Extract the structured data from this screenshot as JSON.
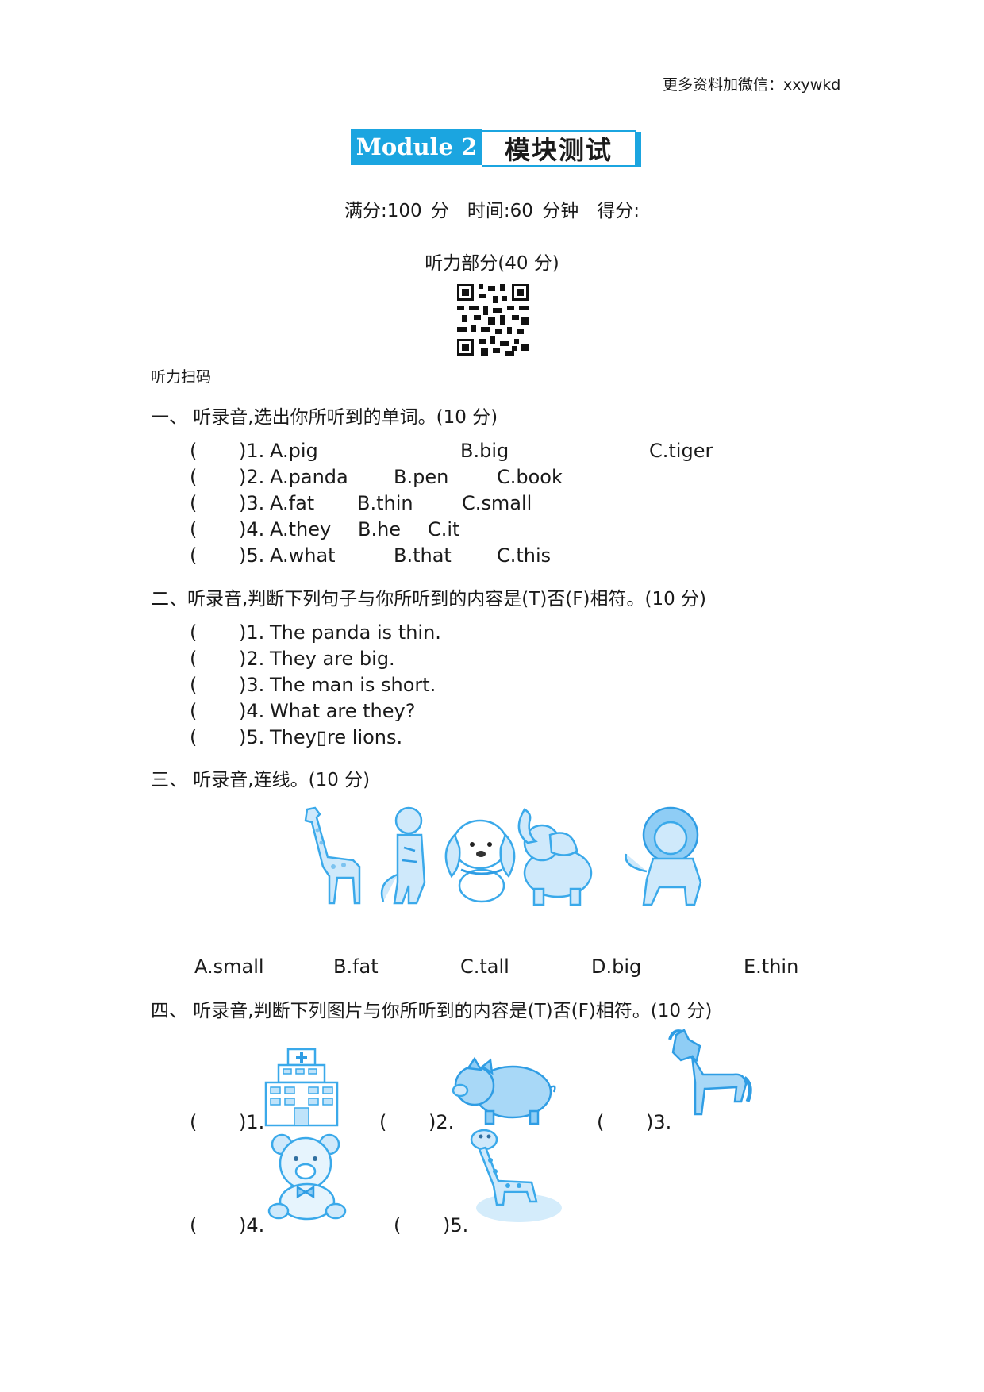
{
  "header": {
    "note": "更多资料加微信：xxywkd"
  },
  "banner": {
    "module": "Module 2",
    "title": "模块测试"
  },
  "meta": {
    "score_line": "满分:100 分　时间:60 分钟　得分:",
    "listening_title": "听力部分(40 分)",
    "qr_label": "听力扫码"
  },
  "paren": "(",
  "sections": {
    "s1": {
      "title": "一、 听录音,选出你所听到的单词。(10 分)",
      "items": [
        {
          "num": ")1.",
          "a": "A.pig",
          "b": "B.big",
          "c": "C.tiger"
        },
        {
          "num": ")2.",
          "a": "A.panda",
          "b": "B.pen",
          "c": "C.book"
        },
        {
          "num": ")3.",
          "a": "A.fat",
          "b": "B.thin",
          "c": "C.small"
        },
        {
          "num": ")4.",
          "a": "A.they",
          "b": "B.he",
          "c": "C.it"
        },
        {
          "num": ")5.",
          "a": "A.what",
          "b": "B.that",
          "c": "C.this"
        }
      ]
    },
    "s2": {
      "title": "二、听录音,判断下列句子与你所听到的内容是(T)否(F)相符。(10 分)",
      "items": [
        {
          "num": ")1.",
          "text": "The panda is thin."
        },
        {
          "num": ")2.",
          "text": "They are big."
        },
        {
          "num": ")3.",
          "text": "The man is short."
        },
        {
          "num": ")4.",
          "text": "What are they?"
        },
        {
          "num": ")5.",
          "text": "They▯re lions."
        }
      ]
    },
    "s3": {
      "title": "三、 听录音,连线。(10 分)",
      "options": [
        "A.small",
        "B.fat",
        "C.tall",
        "D.big",
        "E.thin"
      ],
      "pictures": [
        "giraffe-icon",
        "tiger-icon",
        "dog-icon",
        "elephant-icon",
        "lion-icon"
      ]
    },
    "s4": {
      "title": "四、 听录音,判断下列图片与你所听到的内容是(T)否(F)相符。(10 分)",
      "items": [
        {
          "num": ")1.",
          "picture": "hospital-icon"
        },
        {
          "num": ")2.",
          "picture": "pig-icon"
        },
        {
          "num": ")3.",
          "picture": "horse-icon"
        },
        {
          "num": ")4.",
          "picture": "teddy-bear-icon"
        },
        {
          "num": ")5.",
          "picture": "giraffe-icon"
        }
      ]
    }
  }
}
